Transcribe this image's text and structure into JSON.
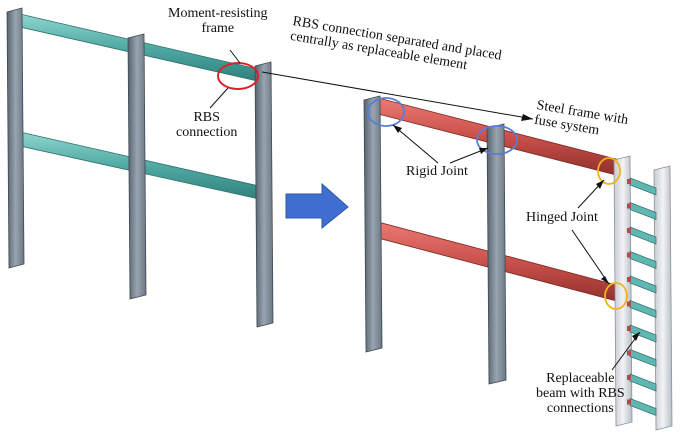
{
  "labels": {
    "moment_frame_line1": "Moment-resisting",
    "moment_frame_line2": "frame",
    "rbs_line1": "RBS",
    "rbs_line2": "connection",
    "separated_line1": "RBS connection separated and placed",
    "separated_line2": "centrally as replaceable element",
    "steel_frame_line1": "Steel frame with",
    "steel_frame_line2": "fuse system",
    "rigid_joint": "Rigid Joint",
    "hinged_joint": "Hinged Joint",
    "replaceable_line1": "Replaceable",
    "replaceable_line2": "beam with RBS",
    "replaceable_line3": "connections"
  },
  "colors": {
    "column": "#7f8c99",
    "column_dark": "#4f5b66",
    "rbs_beam": "#5fb7b1",
    "rigid_beam": "#c9504a",
    "arrow": "#3f6fd0",
    "red_circle": "#e0202a",
    "blue_circle": "#5a7cd6",
    "orange_circle": "#f2b21c",
    "fuse_column": "#d9dde3"
  }
}
